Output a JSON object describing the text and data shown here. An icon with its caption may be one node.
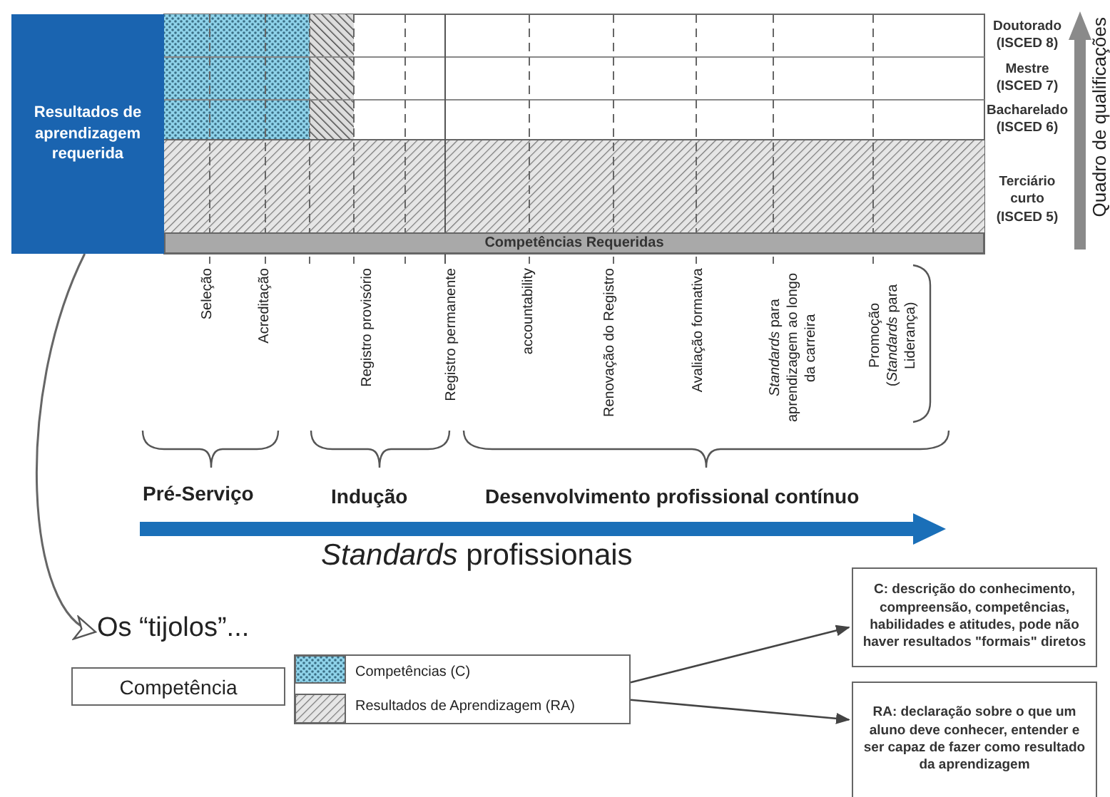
{
  "diagram": {
    "nodes": [
      {
        "text": [
          "Resultados de aprendizagem requerida"
        ]
      },
      {
        "text": [
          "Competências Requeridas"
        ]
      },
      {
        "text": [
          "Os “tijolos”..."
        ]
      },
      {
        "text": [
          "Competência"
        ]
      },
      {
        "text": [
          "Competências (C)",
          "Resultados de Aprendizagem (RA)"
        ]
      },
      {
        "text": [
          "C: descrição do conhecimento, compreensão, competências, habilidades e atitudes, pode não haver resultados \"formais\" diretos"
        ]
      },
      {
        "text": [
          "RA: declaração sobre o que um aluno deve conhecer, entender e ser capaz de fazer como resultado da aprendizagem"
        ]
      }
    ],
    "edges": [
      {
        "from": 0,
        "to": 2,
        "arrow": "to"
      },
      {
        "from": 4,
        "to": 5,
        "arrow": "to"
      },
      {
        "from": 4,
        "to": 6,
        "arrow": "to"
      }
    ],
    "labels": [
      "Doutorado (ISCED 8)",
      "Mestre (ISCED 7)",
      "Bacharelado (ISCED 6)",
      "Terciário curto (ISCED 5)",
      "Quadro de qualificações",
      "Seleção",
      "Acreditação",
      "Registro provisório",
      "Registro permanente",
      "accountability",
      "Renovação do Registro",
      "Avaliação formativa",
      "*Standards* para aprendizagem ao longo da carreira",
      "Promoção (*Standards* para Liderança)",
      "Pré-Serviço",
      "Indução",
      "Desenvolvimento profissional contínuo",
      "*Standards* profissionais"
    ]
  }
}
